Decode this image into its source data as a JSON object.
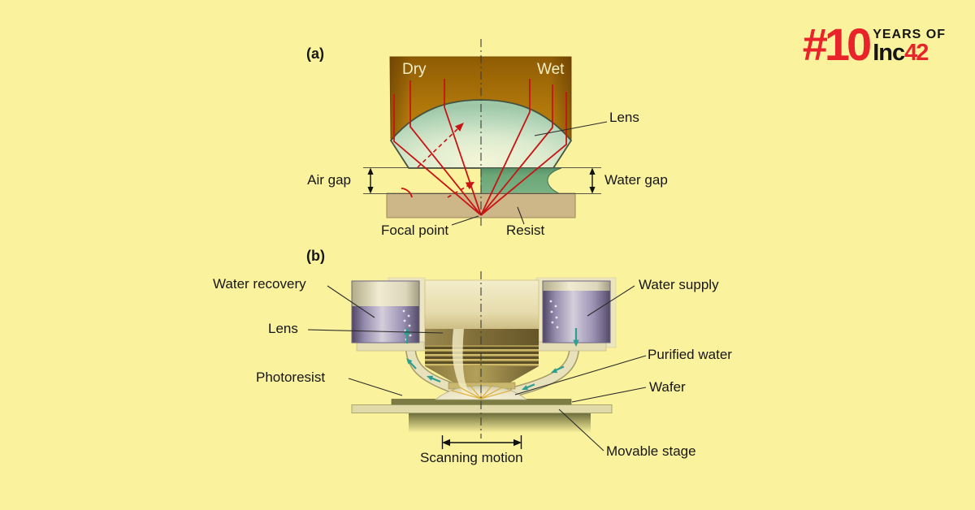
{
  "colors": {
    "background": "#FBF29D",
    "logo_red": "#E8232A",
    "text": "#161616",
    "ray_red": "#C81414",
    "flow_teal": "#2E9E90",
    "lens_green": "#BFDCC1",
    "water_green": "#6FAC7C",
    "resist_tan": "#CDB687",
    "holder_orange": "#C98E12",
    "container_liquid_purple": "#9C92B4"
  },
  "logo": {
    "number": "#10",
    "line1": "YEARS OF",
    "line2_black": "Inc",
    "line2_red": "42"
  },
  "diagram_a": {
    "tag": "(a)",
    "labels": {
      "dry": "Dry",
      "wet": "Wet",
      "lens": "Lens",
      "air_gap": "Air gap",
      "water_gap": "Water gap",
      "focal_point": "Focal point",
      "resist": "Resist"
    }
  },
  "diagram_b": {
    "tag": "(b)",
    "labels": {
      "water_recovery": "Water recovery",
      "lens": "Lens",
      "photoresist": "Photoresist",
      "water_supply": "Water supply",
      "purified_water": "Purified water",
      "wafer": "Wafer",
      "movable_stage": "Movable stage",
      "scanning_motion": "Scanning motion"
    }
  }
}
